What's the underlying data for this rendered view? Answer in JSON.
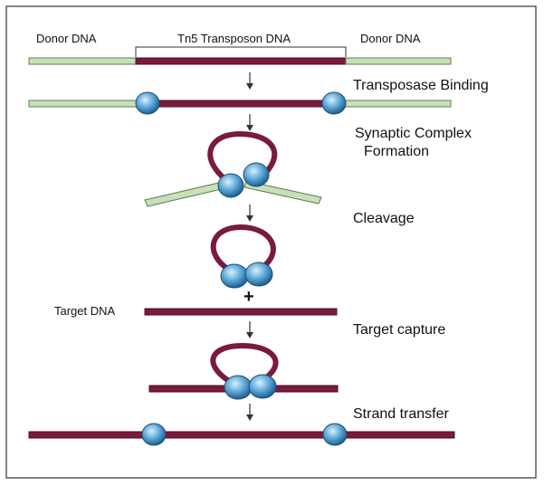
{
  "labels": {
    "donor_left": "Donor DNA",
    "transposon": "Tn5  Transposon DNA",
    "donor_right": "Donor DNA",
    "target_dna": "Target DNA",
    "plus": "+"
  },
  "steps": [
    {
      "label": "Transposase Binding"
    },
    {
      "label": "Synaptic Complex",
      "label2": "Formation"
    },
    {
      "label": "Cleavage"
    },
    {
      "label": "Target capture"
    },
    {
      "label": "Strand transfer"
    }
  ],
  "colors": {
    "donor_dna": "#c8e0b8",
    "transposon_dna": "#7a1a3e",
    "target_dna": "#7a1a3e",
    "transposase": "#5aa6d6",
    "border": "#333333"
  }
}
